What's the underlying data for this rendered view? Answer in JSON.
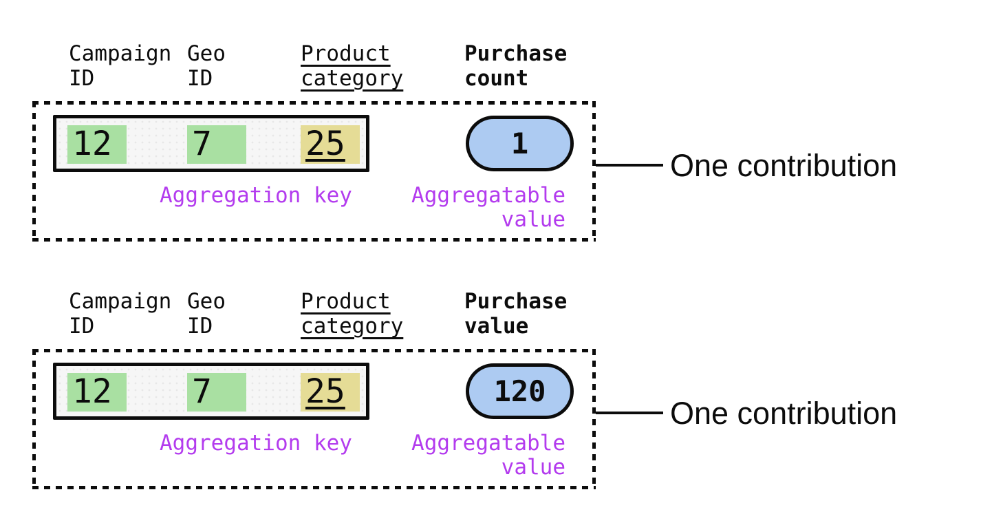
{
  "colors": {
    "ink": "#0c0c0c",
    "green": "#a9e0a2",
    "yellow": "#e5dc96",
    "blue": "#adcbf2",
    "purple": "#b33bee",
    "row-bg": "#f6f6f6",
    "row-dot": "#e7e7e7",
    "canvas": "#ffffff"
  },
  "blocks": [
    {
      "metric_id": "purchase-count",
      "headers": {
        "campaign": {
          "line1": "Campaign",
          "line2": "ID"
        },
        "geo": {
          "line1": "Geo",
          "line2": "ID"
        },
        "product": {
          "line1": "Product",
          "line2": "category"
        },
        "metric": {
          "line1": "Purchase",
          "line2": "count"
        }
      },
      "record": {
        "campaign_id": "12",
        "geo_id": "7",
        "product_category": "25"
      },
      "aggregatable_value": "1",
      "labels": {
        "aggregation_key": "Aggregation key",
        "aggregatable_line1": "Aggregatable",
        "aggregatable_line2": "value",
        "callout": "One contribution"
      }
    },
    {
      "metric_id": "purchase-value",
      "headers": {
        "campaign": {
          "line1": "Campaign",
          "line2": "ID"
        },
        "geo": {
          "line1": "Geo",
          "line2": "ID"
        },
        "product": {
          "line1": "Product",
          "line2": "category"
        },
        "metric": {
          "line1": "Purchase",
          "line2": "value"
        }
      },
      "record": {
        "campaign_id": "12",
        "geo_id": "7",
        "product_category": "25"
      },
      "aggregatable_value": "120",
      "labels": {
        "aggregation_key": "Aggregation key",
        "aggregatable_line1": "Aggregatable",
        "aggregatable_line2": "value",
        "callout": "One contribution"
      }
    }
  ]
}
